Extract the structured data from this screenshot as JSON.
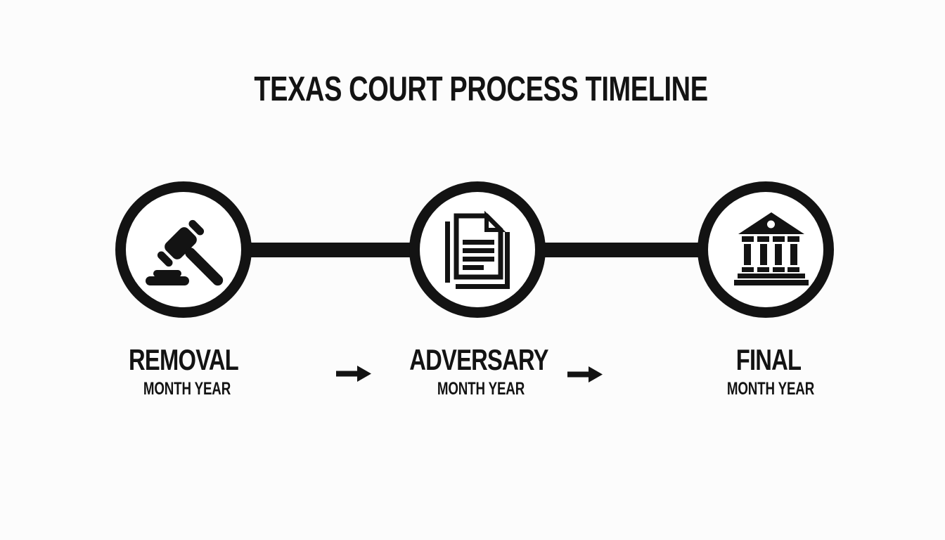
{
  "title": "TEXAS COURT PROCESS TIMELINE",
  "colors": {
    "ink": "#131313",
    "background": "#fcfcfc"
  },
  "stages": [
    {
      "id": "removal",
      "label": "REMOVAL",
      "date": "MONTH YEAR",
      "icon": "gavel-icon"
    },
    {
      "id": "adversary",
      "label": "ADVERSARY",
      "date": "MONTH YEAR",
      "icon": "documents-icon"
    },
    {
      "id": "final",
      "label": "FINAL",
      "date": "MONTH YEAR",
      "icon": "courthouse-icon"
    }
  ],
  "connectors": [
    {
      "icon": "arrow-right-icon"
    },
    {
      "icon": "arrow-right-icon"
    }
  ]
}
